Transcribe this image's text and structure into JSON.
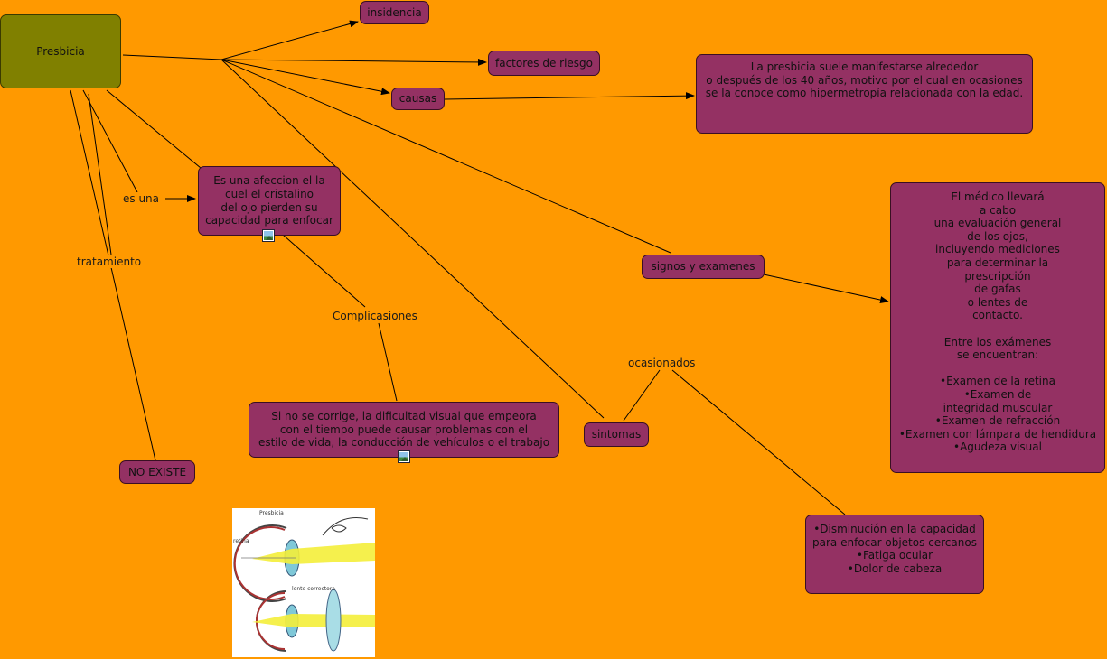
{
  "nodes": {
    "presbicia": "Presbicia",
    "insidencia": "insidencia",
    "factores": "factores de riesgo",
    "causas": "causas",
    "causas_desc": "La presbicia suele manifestarse alrededor\no después de los 40 años, motivo por el cual en ocasiones\nse la conoce como hipermetropía relacionada con la edad.",
    "definicion": "Es una afeccion el la\ncuel el cristalino\ndel ojo pierden su\ncapacidad para enfocar",
    "signos": "signos y examenes",
    "examenes_desc": "El médico llevará\na cabo\nuna evaluación general\nde los ojos,\nincluyendo mediciones\npara determinar la\nprescripción\nde gafas\no lentes de\ncontacto.\n\nEntre los exámenes\nse encuentran:\n\n•Examen de la retina\n•Examen de\nintegridad muscular\n•Examen de refracción\n•Examen con lámpara de hendidura\n•Agudeza visual",
    "complicaciones_desc": "Si no se corrige, la dificultad visual que empeora\ncon el tiempo puede causar problemas con el\nestilo de vida, la conducción de vehículos o el trabajo",
    "sintomas": "sintomas",
    "sintomas_desc": "•Disminución en la capacidad\npara enfocar objetos cercanos\n•Fatiga ocular\n•Dolor de cabeza",
    "no_existe": "NO EXISTE"
  },
  "link_labels": {
    "es_una": "es una",
    "tratamiento": "tratamiento",
    "complicaciones": "Complicasiones",
    "ocasionados": "ocasionados"
  },
  "figure": {
    "caption_top": "Presbicia",
    "label_retina": "retina",
    "caption_bottom": "lente correctora"
  },
  "colors": {
    "background": "#FF9900",
    "node": "#943163",
    "root": "#808000"
  }
}
